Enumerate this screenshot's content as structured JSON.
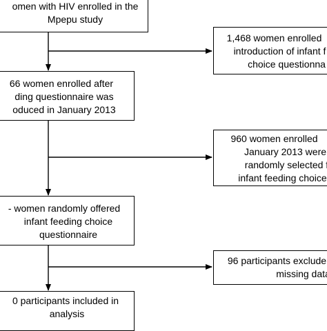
{
  "boxes": {
    "enrolled": {
      "lines": [
        "omen with HIV enrolled in the",
        "Mpepu study"
      ]
    },
    "enrolled_before": {
      "lines": [
        "1,468 women enrolled",
        "introduction of infant f",
        "choice questionna"
      ]
    },
    "enrolled_after": {
      "lines": [
        "66 women enrolled after",
        "ding questionnaire was",
        "oduced in January 2013"
      ]
    },
    "not_selected": {
      "lines": [
        "960 women enrolled",
        "January 2013 were",
        "randomly selected f",
        "infant feeding choice"
      ]
    },
    "offered": {
      "lines": [
        "- women randomly offered",
        "infant feeding choice",
        "questionnaire"
      ]
    },
    "excluded": {
      "lines": [
        "96 participants exclude",
        "missing data"
      ]
    },
    "included": {
      "lines": [
        "0 participants included in",
        "analysis"
      ]
    }
  },
  "colors": {
    "stroke": "#000000",
    "background": "#ffffff"
  }
}
